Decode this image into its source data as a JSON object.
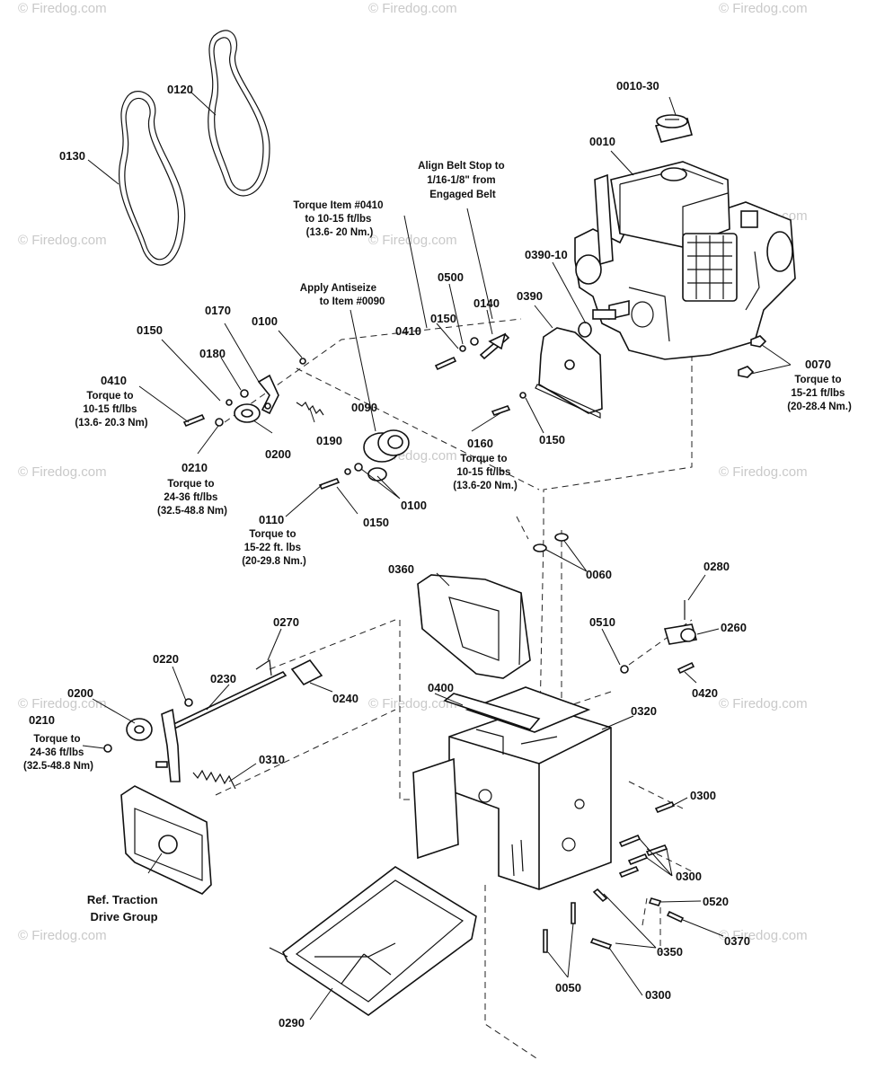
{
  "watermark": "© Firedog.com",
  "labels": {
    "l0010_30": "0010-30",
    "l0010": "0010",
    "l0120": "0120",
    "l0130": "0130",
    "l0390_10": "0390-10",
    "l0390": "0390",
    "l0500": "0500",
    "l0140": "0140",
    "l0410a": "0410",
    "l0150a": "0150",
    "l0170": "0170",
    "l0100a": "0100",
    "l0150b": "0150",
    "l0180": "0180",
    "l0410b": "0410",
    "l0090": "0090",
    "l0190": "0190",
    "l0200a": "0200",
    "l0210a": "0210",
    "l0160": "0160",
    "l0150c": "0150",
    "l0100b": "0100",
    "l0150d": "0150",
    "l0110": "0110",
    "l0070": "0070",
    "l0060": "0060",
    "l0360": "0360",
    "l0280": "0280",
    "l0260": "0260",
    "l0510": "0510",
    "l0420": "0420",
    "l0270": "0270",
    "l0220": "0220",
    "l0230": "0230",
    "l0240": "0240",
    "l0200b": "0200",
    "l0210b": "0210",
    "l0400": "0400",
    "l0320": "0320",
    "l0310": "0310",
    "l0300a": "0300",
    "l0300b": "0300",
    "l0520": "0520",
    "l0370": "0370",
    "l0350": "0350",
    "l0050": "0050",
    "l0300c": "0300",
    "l0290": "0290"
  },
  "notes": {
    "align_belt": [
      "Align Belt Stop to",
      "1/16-1/8\" from",
      "Engaged Belt"
    ],
    "torque_0410": [
      "Torque Item #0410",
      "to 10-15 ft/lbs",
      "(13.6- 20 Nm.)"
    ],
    "antiseize": [
      "Apply Antiseize",
      "to Item #0090"
    ],
    "torque_left_0410": [
      "Torque to",
      "10-15 ft/lbs",
      "(13.6- 20.3 Nm)"
    ],
    "torque_0210a": [
      "Torque to",
      "24-36 ft/lbs",
      "(32.5-48.8 Nm)"
    ],
    "torque_0160": [
      "Torque to",
      "10-15 ft/lbs",
      "(13.6-20 Nm.)"
    ],
    "torque_0110": [
      "Torque to",
      "15-22 ft. lbs",
      "(20-29.8 Nm.)"
    ],
    "torque_0070": [
      "Torque to",
      "15-21 ft/lbs",
      "(20-28.4 Nm.)"
    ],
    "torque_0210b": [
      "Torque to",
      "24-36 ft/lbs",
      "(32.5-48.8 Nm)"
    ],
    "traction": [
      "Ref. Traction",
      "Drive Group"
    ]
  }
}
